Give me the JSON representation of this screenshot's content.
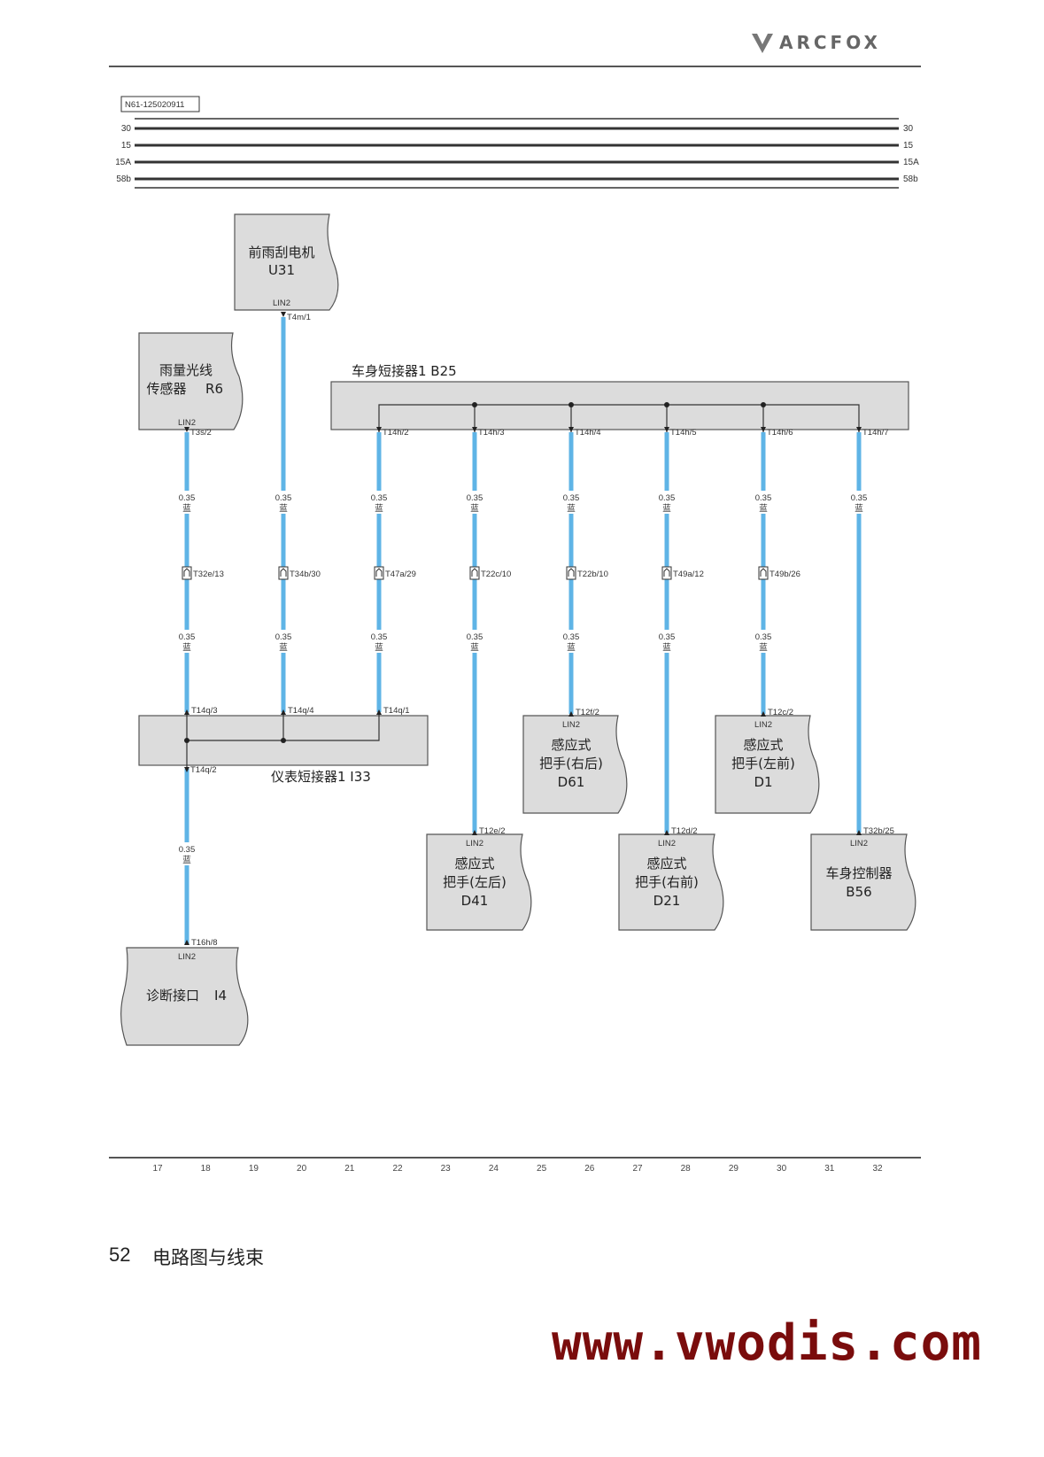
{
  "header": {
    "brand": "ARCFOX",
    "brand_mark": "arcfox-logo"
  },
  "diagram_id": "N61-125020911",
  "power_buses": [
    "30",
    "15",
    "15A",
    "58b"
  ],
  "components": {
    "u31": {
      "name": "前雨刮电机",
      "code": "U31",
      "pin_label": "LIN2"
    },
    "r6": {
      "name": "雨量光线",
      "name2": "传感器",
      "code": "R6",
      "pin_label": "LIN2"
    },
    "b25": {
      "name": "车身短接器1 B25"
    },
    "i33": {
      "name": "仪表短接器1 I33"
    },
    "i4": {
      "name": "诊断接口",
      "code": "I4",
      "pin_label": "LIN2"
    },
    "d41": {
      "name": "感应式",
      "name2": "把手(左后)",
      "code": "D41",
      "pin_label": "LIN2"
    },
    "d61": {
      "name": "感应式",
      "name2": "把手(右后)",
      "code": "D61",
      "pin_label": "LIN2"
    },
    "d21": {
      "name": "感应式",
      "name2": "把手(右前)",
      "code": "D21",
      "pin_label": "LIN2"
    },
    "d1": {
      "name": "感应式",
      "name2": "把手(左前)",
      "code": "D1",
      "pin_label": "LIN2"
    },
    "b56": {
      "name": "车身控制器",
      "code": "B56",
      "pin_label": "LIN2"
    }
  },
  "wires": [
    {
      "top_pin": "T3s/2",
      "size1": "0.35",
      "color1": "蓝",
      "mid_connector": "T32e/13",
      "size2": "0.35",
      "color2": "蓝",
      "bottom_pin": "T14q/3"
    },
    {
      "top_pin": "T4m/1",
      "size1": "0.35",
      "color1": "蓝",
      "mid_connector": "T34b/30",
      "size2": "0.35",
      "color2": "蓝",
      "bottom_pin": "T14q/4"
    },
    {
      "top_pin": "T14h/2",
      "size1": "0.35",
      "color1": "蓝",
      "mid_connector": "T47a/29",
      "size2": "0.35",
      "color2": "蓝",
      "bottom_pin": "T14q/1"
    },
    {
      "top_pin": "T14h/3",
      "size1": "0.35",
      "color1": "蓝",
      "mid_connector": "T22c/10",
      "size2": "0.35",
      "color2": "蓝",
      "bottom_pin": "T12e/2"
    },
    {
      "top_pin": "T14h/4",
      "size1": "0.35",
      "color1": "蓝",
      "mid_connector": "T22b/10",
      "size2": "0.35",
      "color2": "蓝",
      "bottom_pin": "T12f/2"
    },
    {
      "top_pin": "T14h/5",
      "size1": "0.35",
      "color1": "蓝",
      "mid_connector": "T49a/12",
      "size2": "0.35",
      "color2": "蓝",
      "bottom_pin": "T12d/2"
    },
    {
      "top_pin": "T14h/6",
      "size1": "0.35",
      "color1": "蓝",
      "mid_connector": "T49b/26",
      "size2": "0.35",
      "color2": "蓝",
      "bottom_pin": "T12c/2"
    },
    {
      "top_pin": "T14h/7",
      "size1": "0.35",
      "color1": "蓝",
      "bottom_pin": "T32b/25"
    }
  ],
  "diag_wire": {
    "top_pin": "T14q/2",
    "size": "0.35",
    "color": "蓝",
    "bottom_pin": "T16h/8"
  },
  "column_numbers": [
    "17",
    "18",
    "19",
    "20",
    "21",
    "22",
    "23",
    "24",
    "25",
    "26",
    "27",
    "28",
    "29",
    "30",
    "31",
    "32"
  ],
  "footer": {
    "page_number": "52",
    "section": "电路图与线束"
  },
  "watermark": "www.vwodis.com",
  "colors": {
    "wire": "#5fb4e6",
    "box_fill": "#dcdcdc",
    "watermark": "#7a0c0c"
  }
}
